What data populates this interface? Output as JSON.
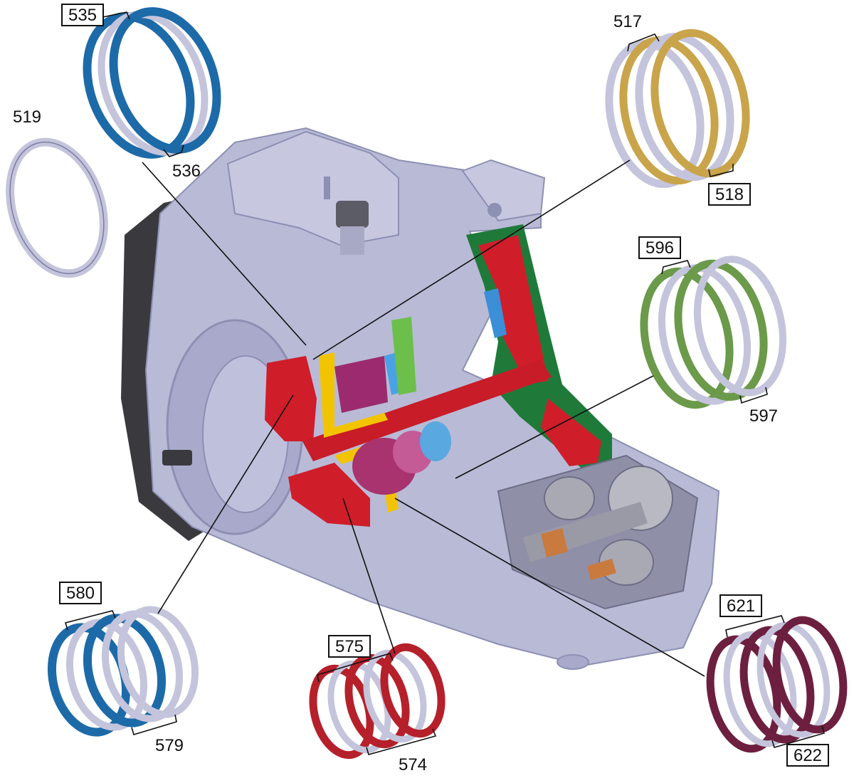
{
  "callouts": [
    {
      "id": "535",
      "text": "535",
      "boxed": true
    },
    {
      "id": "536",
      "text": "536",
      "boxed": false
    },
    {
      "id": "519",
      "text": "519",
      "boxed": false
    },
    {
      "id": "517",
      "text": "517",
      "boxed": false
    },
    {
      "id": "518",
      "text": "518",
      "boxed": true
    },
    {
      "id": "596",
      "text": "596",
      "boxed": true
    },
    {
      "id": "597",
      "text": "597",
      "boxed": false
    },
    {
      "id": "580",
      "text": "580",
      "boxed": true
    },
    {
      "id": "579",
      "text": "579",
      "boxed": false
    },
    {
      "id": "575",
      "text": "575",
      "boxed": true
    },
    {
      "id": "574",
      "text": "574",
      "boxed": false
    },
    {
      "id": "621",
      "text": "621",
      "boxed": true
    },
    {
      "id": "622",
      "text": "622",
      "boxed": true
    }
  ],
  "colors": {
    "housing": "#b9bad6",
    "housing_dark": "#8d8fb3",
    "cover_black": "#3a3a3e",
    "section_red": "#d01d2a",
    "section_green": "#1f7a3a",
    "section_blue": "#3a8fd6",
    "section_yellow": "#f2c400",
    "section_magenta": "#9c2a6e",
    "clutch_blue_steel": "#1d6aa8",
    "clutch_gold": "#c9a44a",
    "clutch_green": "#6b9a4a",
    "clutch_red": "#b5202a",
    "clutch_maroon": "#6d1f3f",
    "steel_plate": "#c4c4dc"
  }
}
